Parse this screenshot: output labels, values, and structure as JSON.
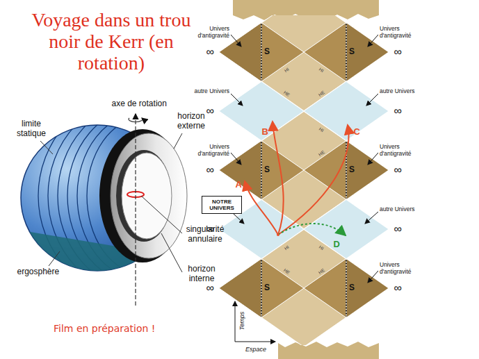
{
  "diagram": {
    "title": "Voyage dans un trou noir de Kerr (en rotation)",
    "nodes": [
      {
        "text": [
          "NOTRE UNIVERS"
        ]
      }
    ],
    "labels": [
      "axe de rotation",
      "limite statique",
      "horizon externe",
      "singularité annulaire",
      "ergosphère",
      "horizon interne",
      "Film en préparation !",
      "Univers d'antigravité",
      "Univers d'antigravité",
      "∞",
      "∞",
      "S",
      "S",
      "HI",
      "HI",
      "HE",
      "HE",
      "autre Univers",
      "autre Univers",
      "∞",
      "∞",
      "HI",
      "HE",
      "B",
      "C",
      "Univers d'antigravité",
      "Univers d'antigravité",
      "∞",
      "∞",
      "S",
      "S",
      "A",
      "∞",
      "∞",
      "autre Univers",
      "D",
      "HI",
      "HI",
      "HE",
      "HE",
      "∞",
      "∞",
      "S",
      "S",
      "Univers d'antigravité",
      "Temps",
      "Espace"
    ]
  }
}
